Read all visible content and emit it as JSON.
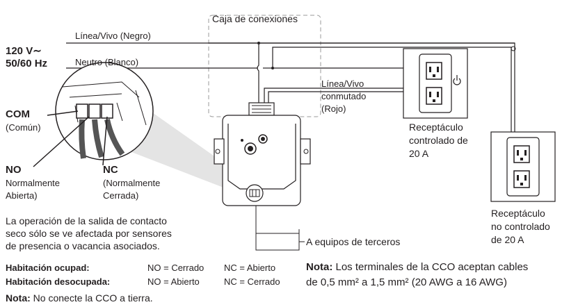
{
  "junction_box_label": "Caja de conexiones",
  "power_source": {
    "voltage": "120 V∼",
    "frequency": "50/60 Hz"
  },
  "wires": {
    "line": "Línea/Vivo (Negro)",
    "neutral": "Neutro (Blanco)",
    "switched_line_1": "Línea/Vivo",
    "switched_line_2": "conmutado",
    "switched_line_3": "(Rojo)"
  },
  "terminals": {
    "com_title": "COM",
    "com_desc": "(Común)",
    "no_title": "NO",
    "no_desc_1": "Normalmente",
    "no_desc_2": "Abierta)",
    "nc_title": "NC",
    "nc_desc_1": "(Normalmente",
    "nc_desc_2": "Cerrada)"
  },
  "controlled_receptacle": [
    "Receptáculo",
    "controlado de",
    "20 A"
  ],
  "uncontrolled_receptacle": [
    "Receptáculo",
    "no controlado",
    "de 20 A"
  ],
  "third_party_label": "A equipos de terceros",
  "description": [
    "La operación de la salida de contacto",
    "seco sólo se ve afectada por sensores",
    "de presencia o vacancia asociados."
  ],
  "states": [
    {
      "room": "Habitación ocupad:",
      "no": "NO = Cerrado",
      "nc": "NC = Abierto"
    },
    {
      "room": "Habitación desocupada:",
      "no": "NO = Abierto",
      "nc": "NC = Cerrado"
    }
  ],
  "note_ground": {
    "label": "Nota:",
    "text": " No conecte la CCO a tierra."
  },
  "note_terminals": {
    "label": "Nota:",
    "line1": " Los terminales de la CCO aceptan cables",
    "line2": "de 0,5 mm² a 1,5 mm² (20 AWG a 16 AWG)"
  },
  "colors": {
    "ink": "#231f20",
    "shadow": "#e4e4e4",
    "dash": "#999999"
  }
}
